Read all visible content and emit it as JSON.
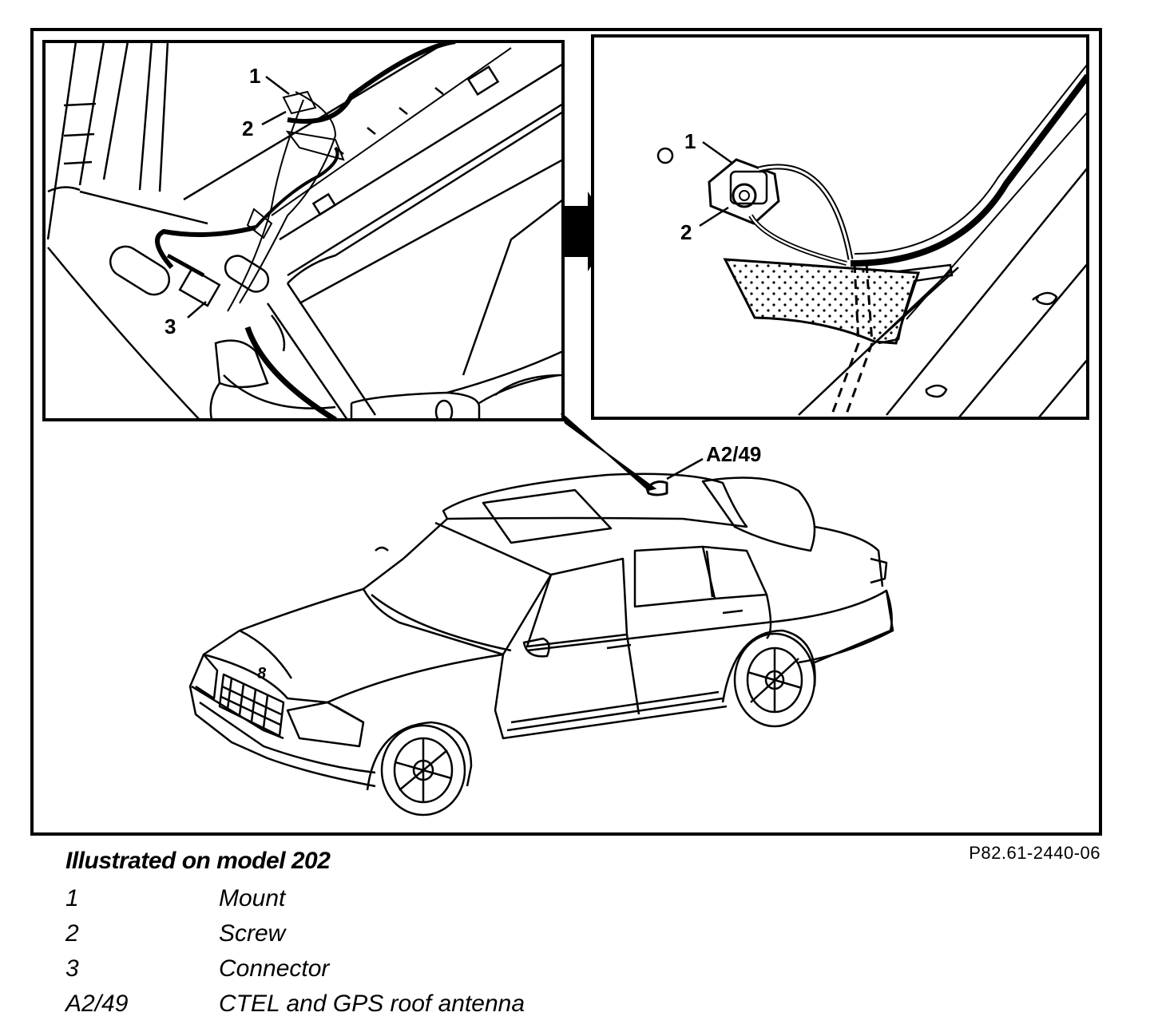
{
  "callouts": {
    "left_1": "1",
    "left_2": "2",
    "left_3": "3",
    "right_1": "1",
    "right_2": "2",
    "car": "A2/49",
    "hood": "8"
  },
  "reference_code": "P82.61-2440-06",
  "legend": {
    "title": "Illustrated on model 202",
    "items": [
      {
        "key": "1",
        "desc": "Mount"
      },
      {
        "key": "2",
        "desc": "Screw"
      },
      {
        "key": "3",
        "desc": "Connector"
      },
      {
        "key": "A2/49",
        "desc": "CTEL and GPS roof antenna"
      }
    ]
  }
}
